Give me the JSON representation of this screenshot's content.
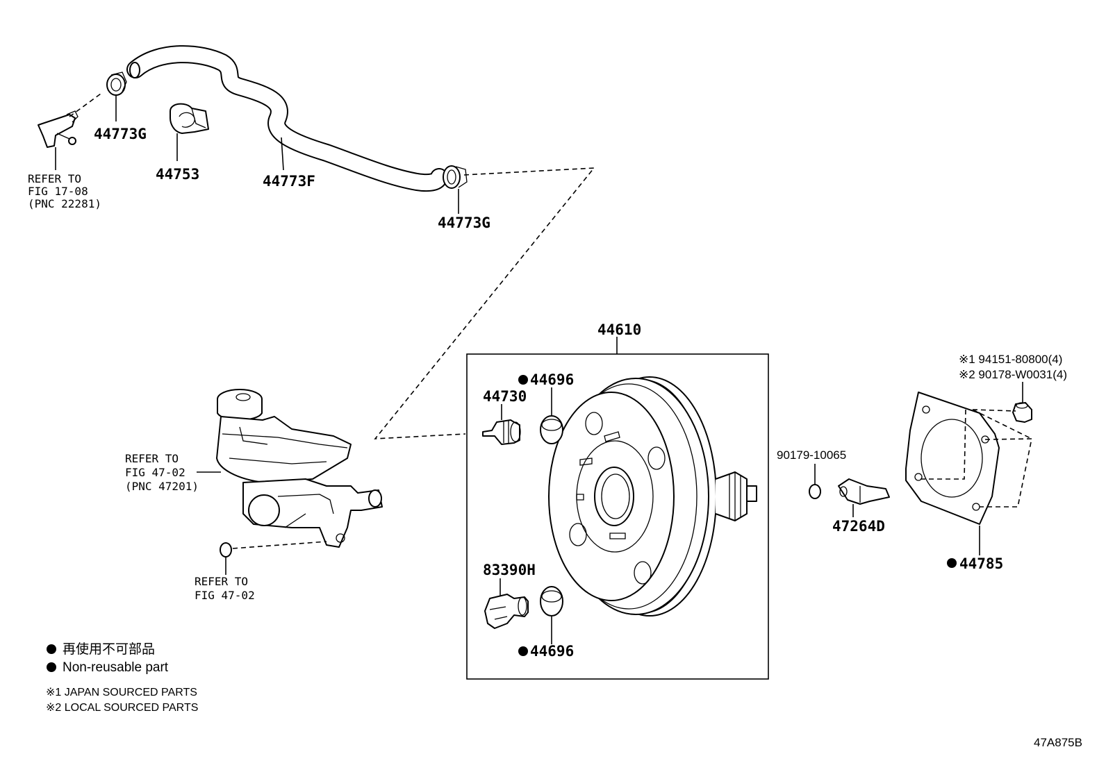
{
  "labels": {
    "p44773G_top": "44773G",
    "p44753": "44753",
    "p44773F": "44773F",
    "p44773G_mid": "44773G",
    "p44610": "44610",
    "p44696_top": "44696",
    "p44730": "44730",
    "p83390H": "83390H",
    "p44696_bottom": "44696",
    "p90179": "90179-10065",
    "p47264D": "47264D",
    "p44785": "44785",
    "note1": "※1 94151-80800(4)",
    "note2": "※2 90178-W0031(4)"
  },
  "refs": {
    "ref1": [
      "REFER TO",
      "FIG 17-08",
      "(PNC 22281)"
    ],
    "ref2": [
      "REFER TO",
      "FIG 47-02",
      "(PNC 47201)"
    ],
    "ref3": [
      "REFER TO",
      "FIG 47-02"
    ]
  },
  "legend": {
    "jp": "再使用不可部品",
    "en": "Non-reusable part",
    "s1": "※1 JAPAN SOURCED PARTS",
    "s2": "※2 LOCAL SOURCED PARTS"
  },
  "drawing_code": "47A875B"
}
